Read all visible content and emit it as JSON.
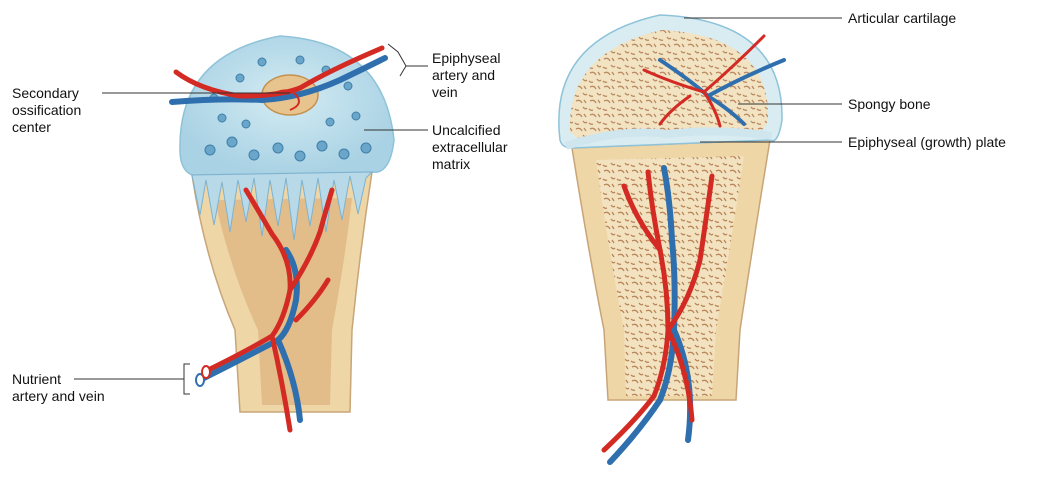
{
  "labels": {
    "secondary_ossification_center": "Secondary\nossification\ncenter",
    "epiphyseal_artery_vein": "Epiphyseal\nartery and\nvein",
    "uncalcified_matrix": "Uncalcified\nextracellular\nmatrix",
    "nutrient_artery_vein": "Nutrient\nartery and vein",
    "articular_cartilage": "Articular cartilage",
    "spongy_bone": "Spongy bone",
    "epiphyseal_plate": "Epiphyseal (growth) plate"
  },
  "colors": {
    "cartilage": "#bfe0ec",
    "cartilage_dots": "#5f9fc4",
    "bone": "#f1dcb2",
    "bone_dark": "#c8a578",
    "spongy_pattern": "#b9855a",
    "artery": "#d42a24",
    "vein": "#2f6fae",
    "leader_line": "#333333"
  }
}
